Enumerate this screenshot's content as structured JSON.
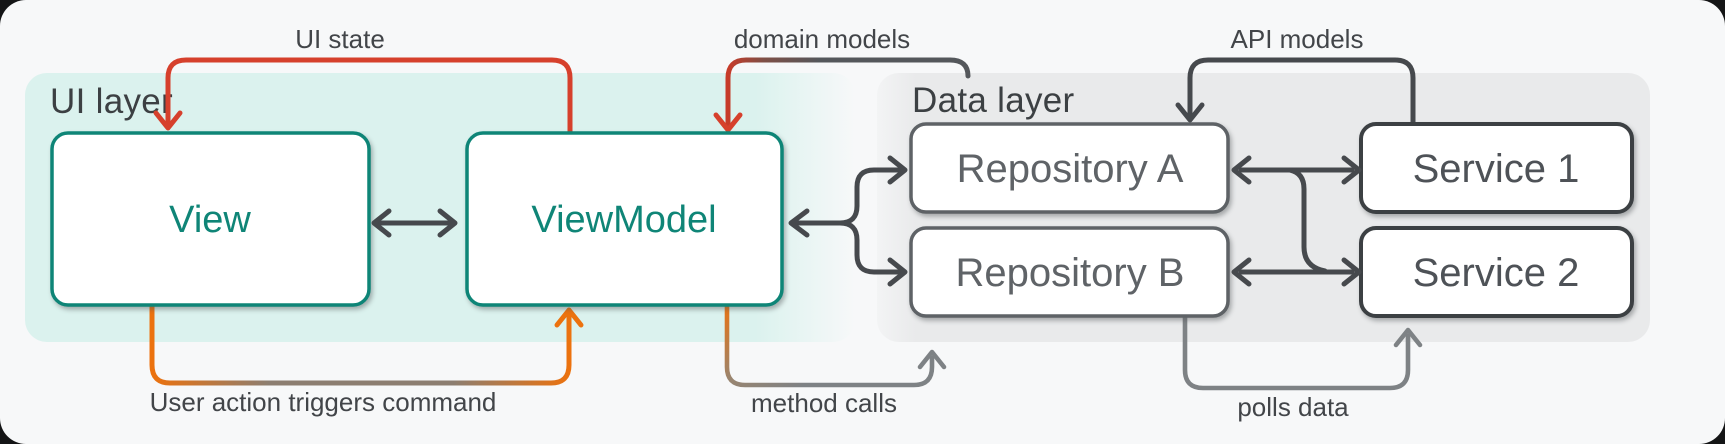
{
  "diagram": {
    "ui_layer": {
      "title": "UI layer",
      "boxes": {
        "view": "View",
        "viewmodel": "ViewModel"
      }
    },
    "data_layer": {
      "title": "Data layer",
      "boxes": {
        "repository_a": "Repository A",
        "repository_b": "Repository B",
        "service_1": "Service 1",
        "service_2": "Service 2"
      }
    },
    "arrows": {
      "ui_state": "UI state",
      "domain_models": "domain models",
      "api_models": "API models",
      "user_action": "User action triggers command",
      "method_calls": "method calls",
      "polls_data": "polls data"
    },
    "colors": {
      "panel_bg": "#F7F8F9",
      "ui_layer_bg": "#DBF2EE",
      "data_layer_bg": "#E9EAEB",
      "box_fill": "#FFFFFF",
      "teal_border": "#0E8577",
      "teal_text": "#0F8577",
      "repo_border": "#5E6266",
      "service_border": "#3C4043",
      "red_arrow": "#D6402C",
      "orange_arrow": "#EC720E",
      "dark_arrow": "#46494D",
      "gray_arrow": "#7E8285",
      "label_text": "#424549",
      "title_text": "#3C4043"
    }
  }
}
